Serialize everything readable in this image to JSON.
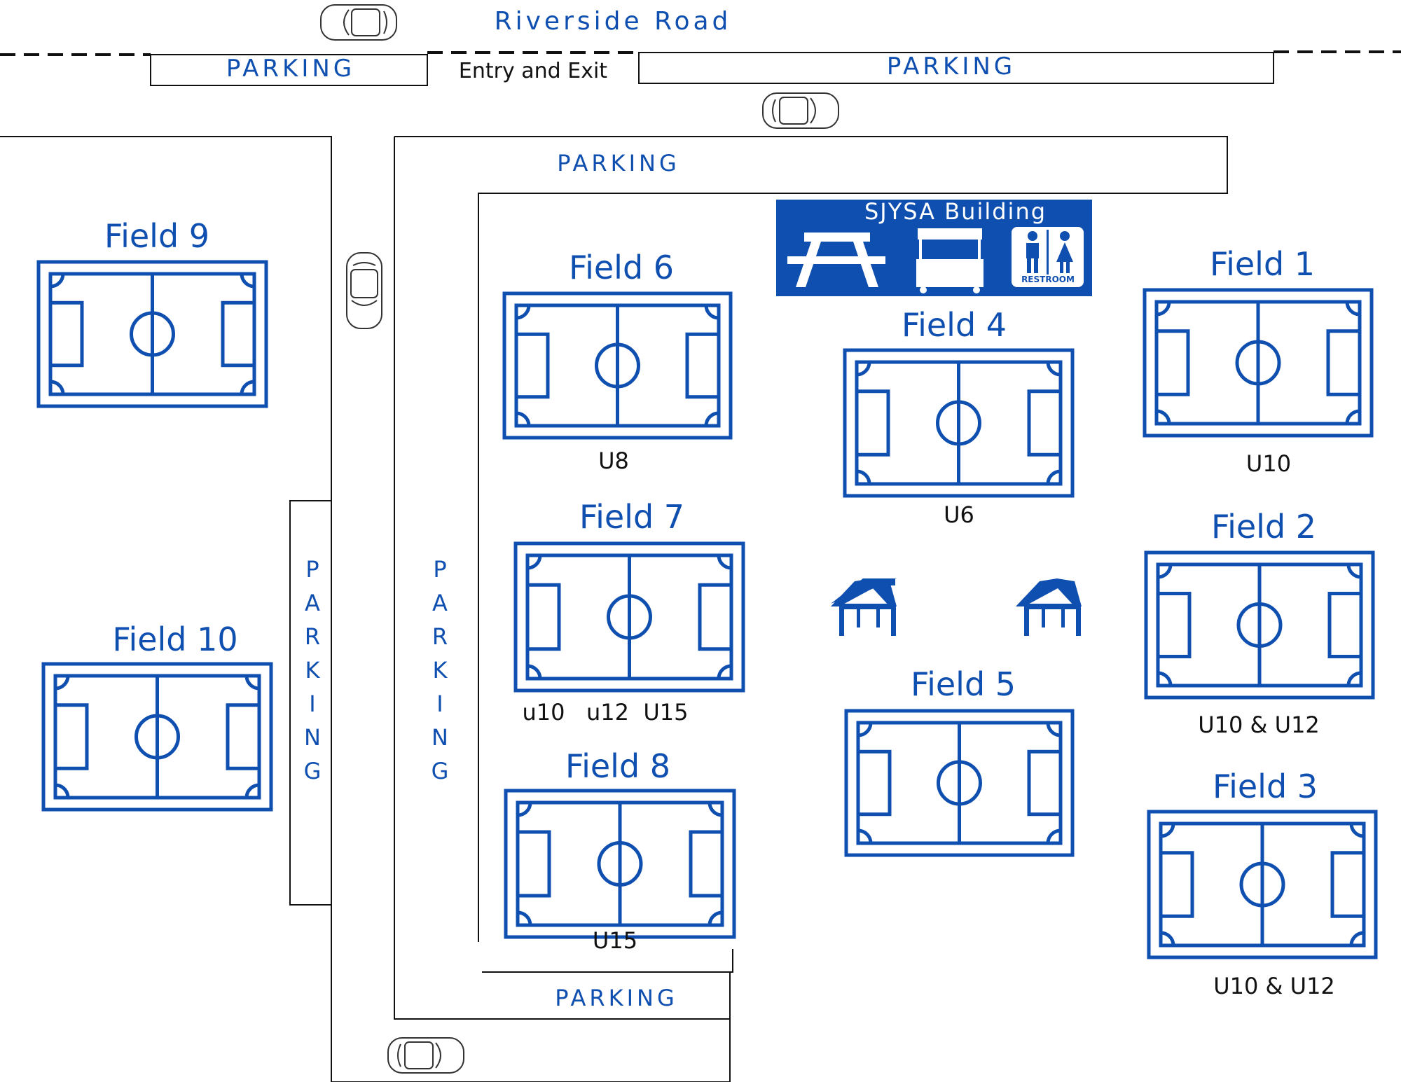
{
  "road": {
    "name": "Riverside Road"
  },
  "entry": {
    "label": "Entry and Exit"
  },
  "parking": {
    "label": "PARKING",
    "vertical_letters": [
      "P",
      "A",
      "R",
      "K",
      "I",
      "N",
      "G"
    ]
  },
  "building": {
    "name": "SJYSA Building",
    "restroom_label": "RESTROOM",
    "icons": [
      "picnic-table-icon",
      "concession-stand-icon",
      "restroom-icon"
    ]
  },
  "fields": [
    {
      "id": "field-9",
      "name": "Field 9",
      "age": ""
    },
    {
      "id": "field-10",
      "name": "Field 10",
      "age": ""
    },
    {
      "id": "field-6",
      "name": "Field 6",
      "age": "U8"
    },
    {
      "id": "field-7",
      "name": "Field 7",
      "age": "u10   u12  U15"
    },
    {
      "id": "field-8",
      "name": "Field 8",
      "age": "U15"
    },
    {
      "id": "field-4",
      "name": "Field 4",
      "age": "U6"
    },
    {
      "id": "field-5",
      "name": "Field 5",
      "age": ""
    },
    {
      "id": "field-1",
      "name": "Field 1",
      "age": "U10"
    },
    {
      "id": "field-2",
      "name": "Field 2",
      "age": "U10 & U12"
    },
    {
      "id": "field-3",
      "name": "Field 3",
      "age": "U10 & U12"
    }
  ],
  "colors": {
    "accent": "#0f4fb0",
    "line": "#111111",
    "background": "#ffffff"
  }
}
